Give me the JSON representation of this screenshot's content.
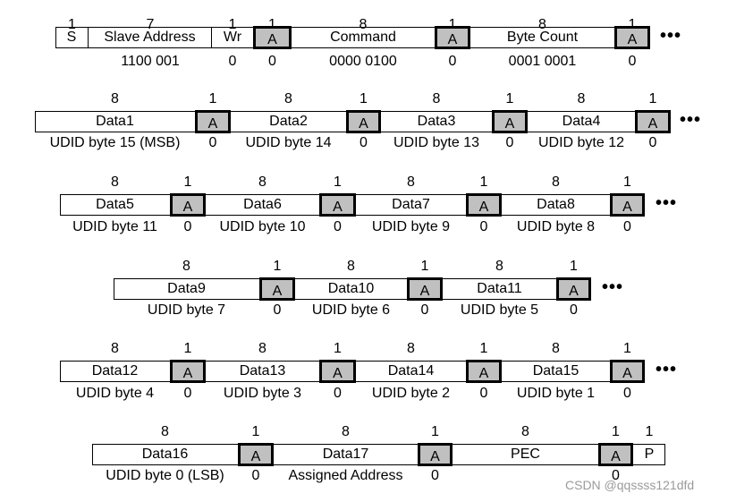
{
  "ack_label": "A",
  "continuation": "•••",
  "watermark": "CSDN @qqssss121dfd",
  "rows": [
    {
      "fields": [
        {
          "label": "S",
          "bits": "1",
          "sub": ""
        },
        {
          "label": "Slave Address",
          "bits": "7",
          "sub": "1100 001"
        },
        {
          "label": "Wr",
          "bits": "1",
          "sub": "0"
        },
        {
          "label": "A",
          "bits": "1",
          "sub": "0",
          "ack": true
        },
        {
          "label": "Command",
          "bits": "8",
          "sub": "0000 0100"
        },
        {
          "label": "A",
          "bits": "1",
          "sub": "0",
          "ack": true
        },
        {
          "label": "Byte Count",
          "bits": "8",
          "sub": "0001 0001"
        },
        {
          "label": "A",
          "bits": "1",
          "sub": "0",
          "ack": true
        }
      ],
      "continues": true
    },
    {
      "fields": [
        {
          "label": "Data1",
          "bits": "8",
          "sub": "UDID byte 15 (MSB)"
        },
        {
          "label": "A",
          "bits": "1",
          "sub": "0",
          "ack": true
        },
        {
          "label": "Data2",
          "bits": "8",
          "sub": "UDID byte 14"
        },
        {
          "label": "A",
          "bits": "1",
          "sub": "0",
          "ack": true
        },
        {
          "label": "Data3",
          "bits": "8",
          "sub": "UDID byte 13"
        },
        {
          "label": "A",
          "bits": "1",
          "sub": "0",
          "ack": true
        },
        {
          "label": "Data4",
          "bits": "8",
          "sub": "UDID byte 12"
        },
        {
          "label": "A",
          "bits": "1",
          "sub": "0",
          "ack": true
        }
      ],
      "continues": true
    },
    {
      "fields": [
        {
          "label": "Data5",
          "bits": "8",
          "sub": "UDID byte 11"
        },
        {
          "label": "A",
          "bits": "1",
          "sub": "0",
          "ack": true
        },
        {
          "label": "Data6",
          "bits": "8",
          "sub": "UDID byte 10"
        },
        {
          "label": "A",
          "bits": "1",
          "sub": "0",
          "ack": true
        },
        {
          "label": "Data7",
          "bits": "8",
          "sub": "UDID byte 9"
        },
        {
          "label": "A",
          "bits": "1",
          "sub": "0",
          "ack": true
        },
        {
          "label": "Data8",
          "bits": "8",
          "sub": "UDID byte 8"
        },
        {
          "label": "A",
          "bits": "1",
          "sub": "0",
          "ack": true
        }
      ],
      "continues": true
    },
    {
      "fields": [
        {
          "label": "Data9",
          "bits": "8",
          "sub": "UDID byte 7"
        },
        {
          "label": "A",
          "bits": "1",
          "sub": "0",
          "ack": true
        },
        {
          "label": "Data10",
          "bits": "8",
          "sub": "UDID byte 6"
        },
        {
          "label": "A",
          "bits": "1",
          "sub": "0",
          "ack": true
        },
        {
          "label": "Data11",
          "bits": "8",
          "sub": "UDID byte 5"
        },
        {
          "label": "A",
          "bits": "1",
          "sub": "0",
          "ack": true
        }
      ],
      "continues": true
    },
    {
      "fields": [
        {
          "label": "Data12",
          "bits": "8",
          "sub": "UDID byte 4"
        },
        {
          "label": "A",
          "bits": "1",
          "sub": "0",
          "ack": true
        },
        {
          "label": "Data13",
          "bits": "8",
          "sub": "UDID byte 3"
        },
        {
          "label": "A",
          "bits": "1",
          "sub": "0",
          "ack": true
        },
        {
          "label": "Data14",
          "bits": "8",
          "sub": "UDID byte 2"
        },
        {
          "label": "A",
          "bits": "1",
          "sub": "0",
          "ack": true
        },
        {
          "label": "Data15",
          "bits": "8",
          "sub": "UDID byte 1"
        },
        {
          "label": "A",
          "bits": "1",
          "sub": "0",
          "ack": true
        }
      ],
      "continues": true
    },
    {
      "fields": [
        {
          "label": "Data16",
          "bits": "8",
          "sub": "UDID byte 0 (LSB)"
        },
        {
          "label": "A",
          "bits": "1",
          "sub": "0",
          "ack": true
        },
        {
          "label": "Data17",
          "bits": "8",
          "sub": "Assigned Address"
        },
        {
          "label": "A",
          "bits": "1",
          "sub": "0",
          "ack": true
        },
        {
          "label": "PEC",
          "bits": "8",
          "sub": ""
        },
        {
          "label": "A",
          "bits": "1",
          "sub": "0",
          "ack": true
        },
        {
          "label": "P",
          "bits": "1",
          "sub": ""
        }
      ],
      "continues": false
    }
  ]
}
